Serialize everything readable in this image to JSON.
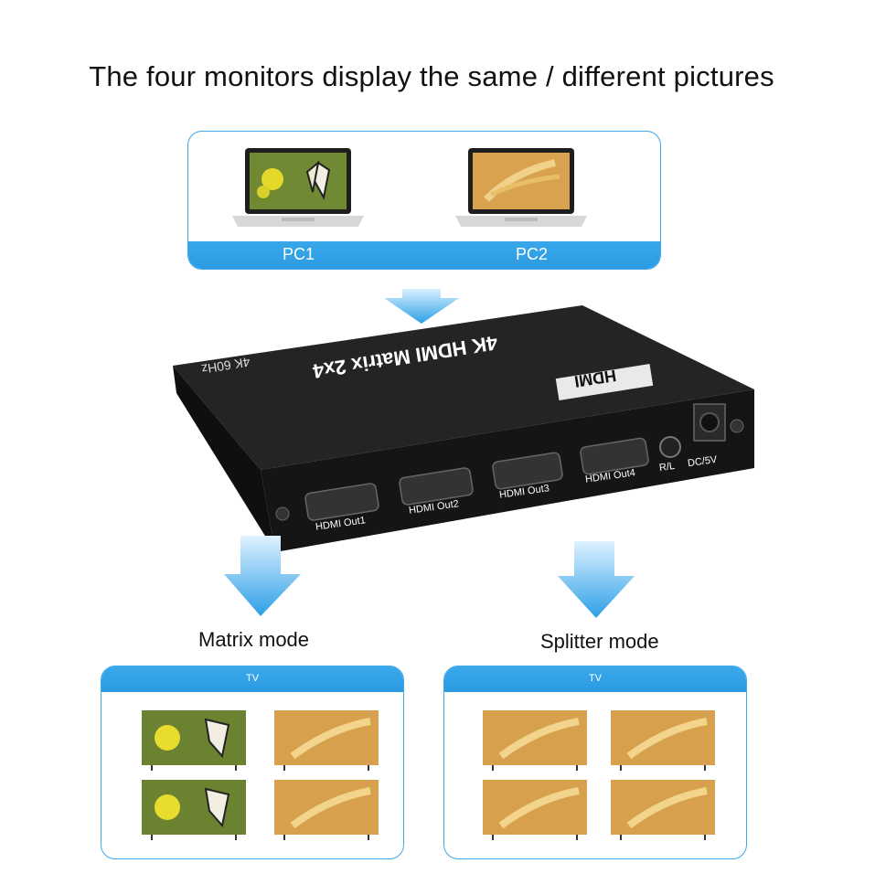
{
  "headline": "The four monitors display the same / different pictures",
  "sources": [
    {
      "label": "PC1"
    },
    {
      "label": "PC2"
    }
  ],
  "device": {
    "title": "4K HDMI Matrix 2x4",
    "spec": "4K 60Hz",
    "logo_text": "HDMI",
    "ports": [
      "HDMI Out1",
      "HDMI Out2",
      "HDMI Out3",
      "HDMI Out4",
      "R/L",
      "DC/5V"
    ]
  },
  "modes": [
    {
      "label": "Matrix mode",
      "panel_title": "TV"
    },
    {
      "label": "Splitter mode",
      "panel_title": "TV"
    }
  ],
  "colors": {
    "accent_blue": "#2f9fe6",
    "device_body": "#1b1b1b"
  }
}
